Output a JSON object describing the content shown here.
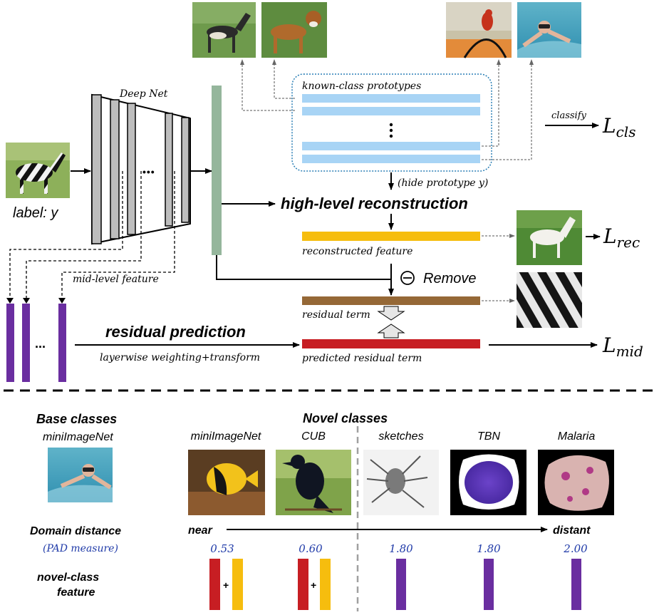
{
  "colors": {
    "prototype_bar": "#a8d4f5",
    "reconstruct_bar": "#f6bd0e",
    "residual_bar": "#956836",
    "predicted_bar": "#c71e23",
    "purple_bar": "#6a2ea0",
    "green_feature": "#95b69c",
    "blue_text": "#1f3aa8",
    "dotted_box": "#2a7fb5"
  },
  "top": {
    "deep_net_label": "Deep Net",
    "input_label": "label: y",
    "prototypes_label": "known-class prototypes",
    "classify_label": "classify",
    "loss_cls_main": "L",
    "loss_cls_sub": "cls",
    "hide_label": "(hide prototype y)",
    "high_level": "high-level reconstruction",
    "reconstructed_label": "reconstructed feature",
    "loss_rec_main": "L",
    "loss_rec_sub": "rec",
    "remove_symbol": "⊖",
    "remove_label": "Remove",
    "mid_level_label": "mid-level feature",
    "residual_term_label": "residual term",
    "residual_prediction": "residual prediction",
    "weighting_label": "layerwise weighting+transform",
    "predicted_label": "predicted residual term",
    "loss_mid_main": "L",
    "loss_mid_sub": "mid",
    "ellipsis": "...",
    "net_dots": "•••",
    "vertical_dots": "•\n•\n•"
  },
  "bottom": {
    "base_title": "Base classes",
    "base_dataset": "miniImageNet",
    "novel_title": "Novel classes",
    "datasets": [
      {
        "name": "miniImageNet",
        "pad": "0.53",
        "feature": "mixed"
      },
      {
        "name": "CUB",
        "pad": "0.60",
        "feature": "mixed"
      },
      {
        "name": "sketches",
        "pad": "1.80",
        "feature": "purple"
      },
      {
        "name": "TBN",
        "pad": "1.80",
        "feature": "purple"
      },
      {
        "name": "Malaria",
        "pad": "2.00",
        "feature": "purple"
      }
    ],
    "domain_distance": "Domain distance",
    "pad_measure": "(PAD measure)",
    "near": "near",
    "distant": "distant",
    "novel_feature_line1": "novel-class",
    "novel_feature_line2": "feature",
    "plus": "+"
  },
  "icons": {
    "dog_1": "greyhound-dog-photo-icon",
    "dog_2": "boxer-dog-photo-icon",
    "bird": "perched-bird-photo-icon",
    "snorkel": "snorkeler-photo-icon",
    "zebra": "zebra-photo-icon",
    "horse": "white-horse-photo-icon",
    "stripes": "zebra-stripes-photo-icon",
    "fish": "yellow-fish-photo-icon",
    "crow": "black-bird-photo-icon",
    "sketch": "spider-sketch-icon",
    "tbn_cell": "purple-cell-icon",
    "malaria_cell": "malaria-cell-icon"
  }
}
